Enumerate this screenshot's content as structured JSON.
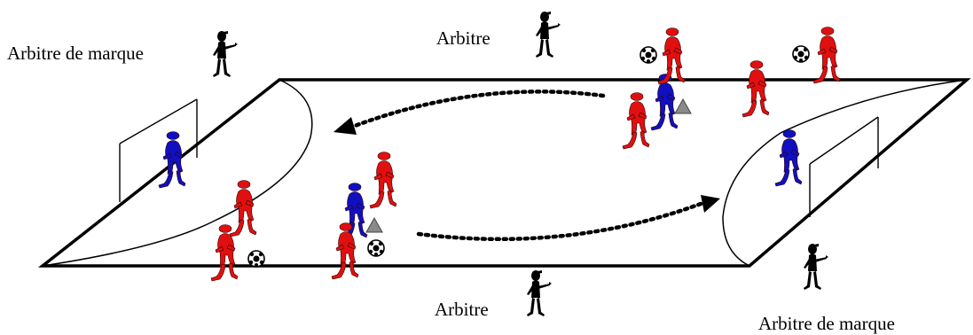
{
  "labels": {
    "table_referee_top_left": "Arbitre de marque",
    "referee_top": "Arbitre",
    "referee_bottom": "Arbitre",
    "table_referee_bottom_right": "Arbitre de marque"
  },
  "colors": {
    "court_line": "#000000",
    "red_player": "#e01010",
    "blue_player": "#1010c0",
    "referee": "#000000",
    "cone": "#808080"
  },
  "icons": {
    "ball": "soccer-ball-icon",
    "cone": "triangle-cone-icon",
    "arrow": "dotted-arrow-icon"
  }
}
